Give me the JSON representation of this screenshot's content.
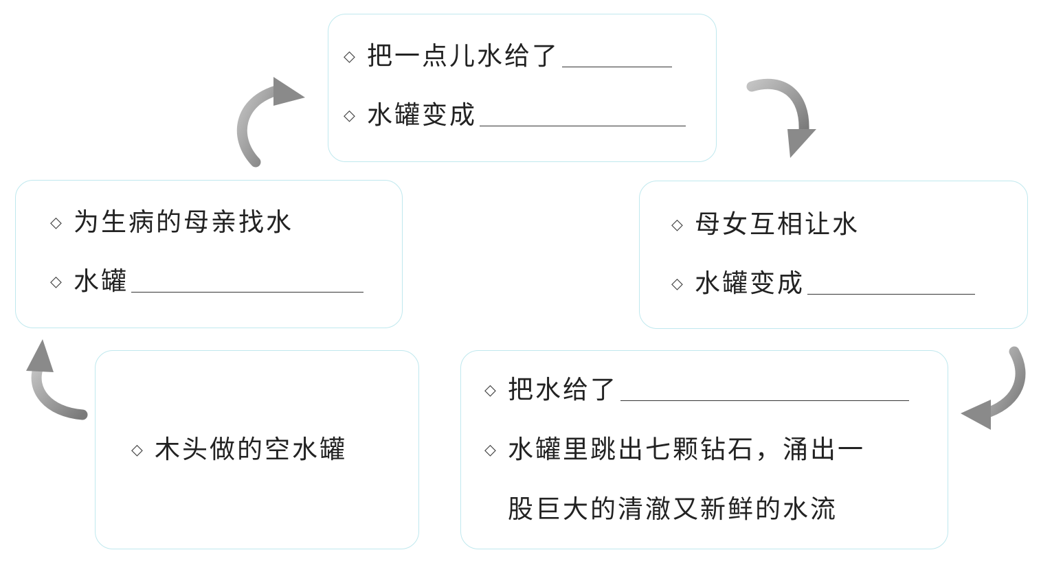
{
  "bullet_symbol": "◇",
  "colors": {
    "box_border": "#bfe8ee",
    "arrow": "#8a8a8a",
    "text": "#222222"
  },
  "boxes": {
    "top": {
      "line1": "把一点儿水给了",
      "line2": "水罐变成"
    },
    "right": {
      "line1": "母女互相让水",
      "line2": "水罐变成"
    },
    "bottom_right": {
      "line1": "把水给了",
      "line2": "水罐里跳出七颗钻石，涌出一",
      "line3": "股巨大的清澈又新鲜的水流"
    },
    "bottom_left": {
      "line1": "木头做的空水罐"
    },
    "left": {
      "line1": "为生病的母亲找水",
      "line2": "水罐"
    }
  },
  "arrows": [
    "curved-arrow-icon",
    "curved-arrow-icon",
    "curved-arrow-icon",
    "curved-arrow-icon"
  ]
}
